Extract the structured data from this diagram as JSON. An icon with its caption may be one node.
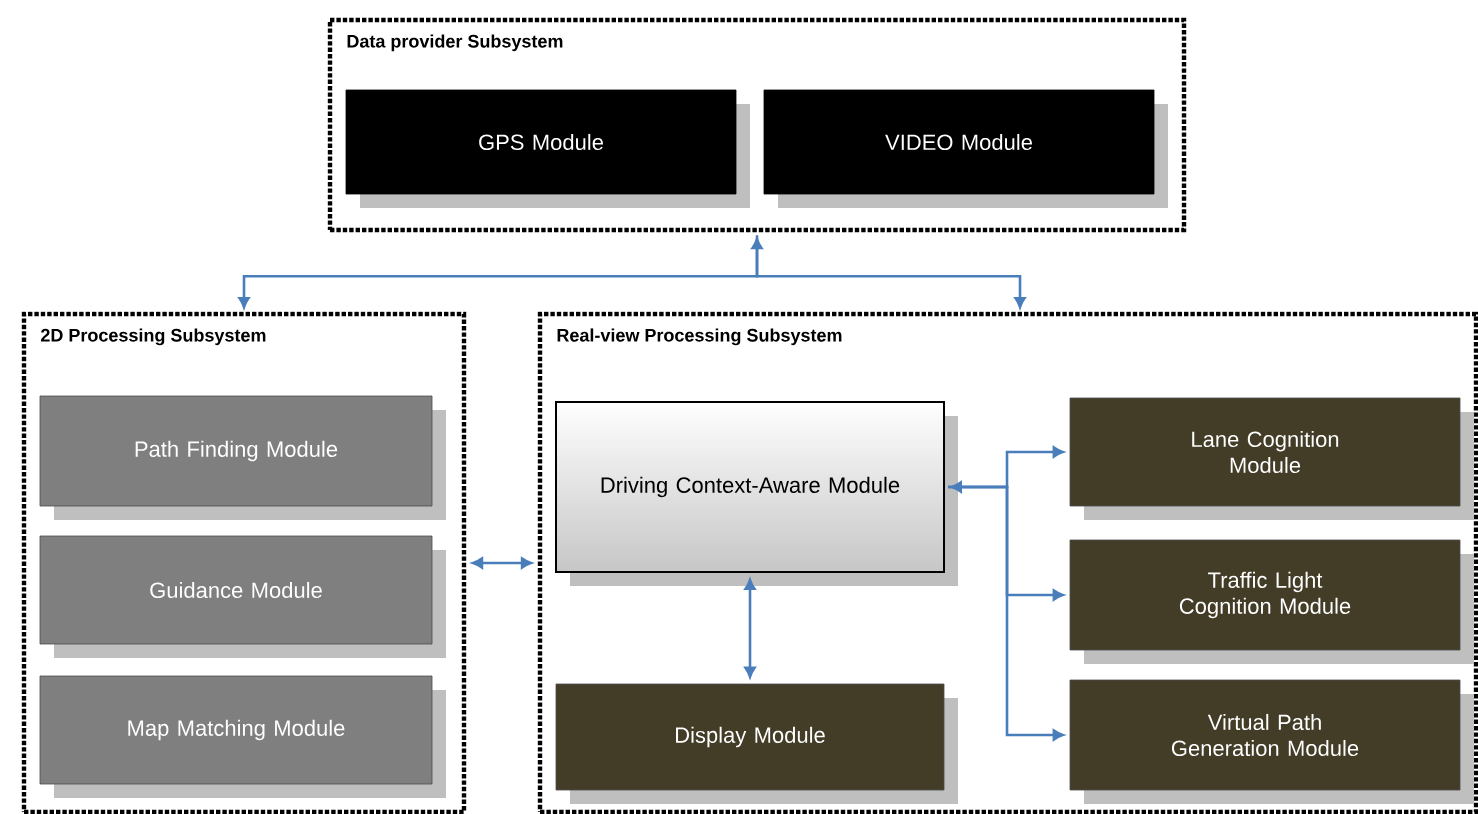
{
  "diagram": {
    "nodes": [
      {
        "text": [
          "Data provider Subsystem"
        ]
      },
      {
        "text": [
          "GPS Module"
        ],
        "in": 0
      },
      {
        "text": [
          "VIDEO Module"
        ],
        "in": 0
      },
      {
        "text": [
          "2D Processing Subsystem"
        ]
      },
      {
        "text": [
          "Path Finding Module"
        ],
        "in": 3
      },
      {
        "text": [
          "Guidance Module"
        ],
        "in": 3
      },
      {
        "text": [
          "Map Matching Module"
        ],
        "in": 3
      },
      {
        "text": [
          "Real-view Processing Subsystem"
        ]
      },
      {
        "text": [
          "Driving Context-Aware Module"
        ],
        "in": 7
      },
      {
        "text": [
          "Display Module"
        ],
        "in": 7
      },
      {
        "text": [
          "Lane Cognition Module"
        ],
        "in": 7
      },
      {
        "text": [
          "Traffic Light Cognition Module"
        ],
        "in": 7
      },
      {
        "text": [
          "Virtual Path Generation Module"
        ],
        "in": 7
      }
    ],
    "edges": [
      {
        "from": 0,
        "to": 3,
        "arrow": "both"
      },
      {
        "from": 0,
        "to": 7,
        "arrow": "to"
      },
      {
        "from": 3,
        "to": 7,
        "arrow": "both"
      },
      {
        "from": 8,
        "to": 9,
        "arrow": "both"
      },
      {
        "from": 8,
        "to": 10,
        "arrow": "both"
      },
      {
        "from": 8,
        "to": 11,
        "arrow": "to"
      },
      {
        "from": 8,
        "to": 12,
        "arrow": "to"
      }
    ]
  }
}
